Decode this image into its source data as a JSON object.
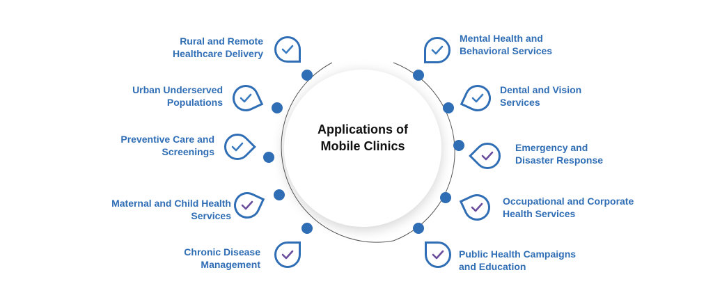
{
  "title": "Applications of\nMobile Clinics",
  "colors": {
    "accent": "#2f6db5",
    "check_blue": "#3a7bbf",
    "check_purple": "#6a4c9c"
  },
  "left": [
    {
      "line1": "Rural and Remote",
      "line2": "Healthcare Delivery",
      "check": "blue"
    },
    {
      "line1": "Urban Underserved",
      "line2": "Populations",
      "check": "blue"
    },
    {
      "line1": "Preventive Care and",
      "line2": "Screenings",
      "check": "blue"
    },
    {
      "line1": "Maternal and Child Health",
      "line2": "Services",
      "check": "purple"
    },
    {
      "line1": "Chronic Disease",
      "line2": "Management",
      "check": "purple"
    }
  ],
  "right": [
    {
      "line1": "Mental Health and",
      "line2": "Behavioral Services",
      "check": "blue"
    },
    {
      "line1": "Dental and Vision",
      "line2": "Services",
      "check": "blue"
    },
    {
      "line1": "Emergency and",
      "line2": "Disaster Response",
      "check": "purple"
    },
    {
      "line1": "Occupational and Corporate",
      "line2": "Health Services",
      "check": "purple"
    },
    {
      "line1": "Public Health Campaigns",
      "line2": "and Education",
      "check": "purple"
    }
  ]
}
